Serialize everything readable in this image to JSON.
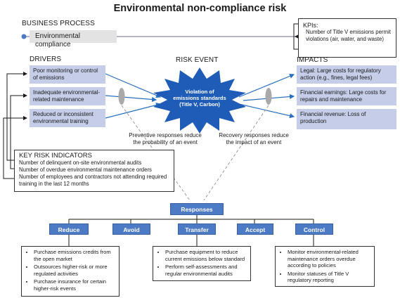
{
  "title": "Environmental non-compliance risk",
  "business_process": {
    "label": "BUSINESS PROCESS",
    "value": "Environmental compliance"
  },
  "kpis": {
    "label": "KPIs:",
    "text": "Number of Title V emissions permit violations (air, water, and waste)"
  },
  "drivers": {
    "label": "DRIVERS",
    "items": [
      "Poor monitoring or control of emissions",
      "Inadequate environmental-related maintenance",
      "Reduced or inconsistent environmental training"
    ]
  },
  "risk_event": {
    "label": "RISK EVENT",
    "text_line1": "Violation of",
    "text_line2": "emissions standards",
    "text_line3": "(Title V, Carbon)"
  },
  "impacts": {
    "label": "IMPACTS",
    "items": [
      "Legal: Large costs for regulatory action (e.g., fines, legal fees)",
      "Financial earnings: Large costs for repairs and maintenance",
      "Financial revenue: Loss of production"
    ]
  },
  "preventive_caption": "Preventive responses reduce the probability of an event",
  "recovery_caption": "Recovery responses reduce the impact of an event",
  "kri": {
    "label": "KEY RISK INDICATORS",
    "items": [
      "Number of delinquent on-site environmental audits",
      "Number of overdue environmental maintenance orders",
      "Number of employees and contractors not attending required training in the last 12 months"
    ]
  },
  "responses": {
    "label": "Responses",
    "options": [
      "Reduce",
      "Avoid",
      "Transfer",
      "Accept",
      "Control"
    ]
  },
  "bullet_boxes": {
    "reduce": [
      "Purchase emissions credits from the open market",
      "Outsources higher-risk or more regulated activities",
      "Purchase insurance for certain higher-risk events"
    ],
    "transfer": [
      "Purchase equipment to reduce current emissions below standard",
      "Perform self-assessments and regular environmental audits"
    ],
    "control": [
      "Monitor environmental-related maintenance orders overdue according to policies",
      "Monitor statuses of Title V regulatory reporting"
    ]
  },
  "colors": {
    "blue_box": "#c5cde8",
    "button": "#4d7ac4",
    "starburst": "#1f5cb8",
    "arrow": "#2a6fc0",
    "dashed": "#999999"
  }
}
